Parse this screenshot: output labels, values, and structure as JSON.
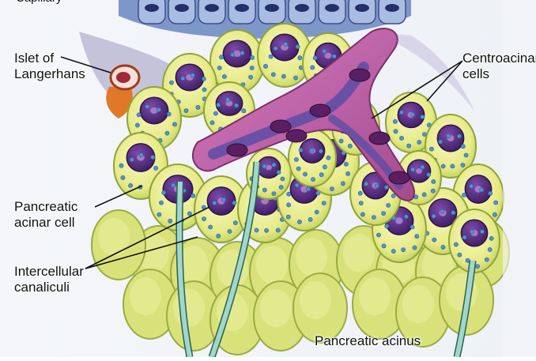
{
  "labels": {
    "capillary": "Capillary",
    "islet": "Islet of\nLangerhans",
    "centroacinar": "Centroacinar\ncells",
    "acinar_cell": "Pancreatic\nacinar cell",
    "canaliculi": "Intercellular\ncanaliculi",
    "acinus": "Pancreatic acinus"
  },
  "colors": {
    "background_page": "#ffffff",
    "cell_cytoplasm": "#eef08c",
    "cell_outline": "#8fa33a",
    "nucleus": "#5b2f86",
    "granules": "#5aa0d8",
    "centroacinar": "#c25ea6",
    "duct_lumen": "#6e5fae",
    "capillary_endothelium": "#9fb6de",
    "islet_vessel": "#e0782a",
    "canaliculus_line": "#8fd0bf"
  }
}
